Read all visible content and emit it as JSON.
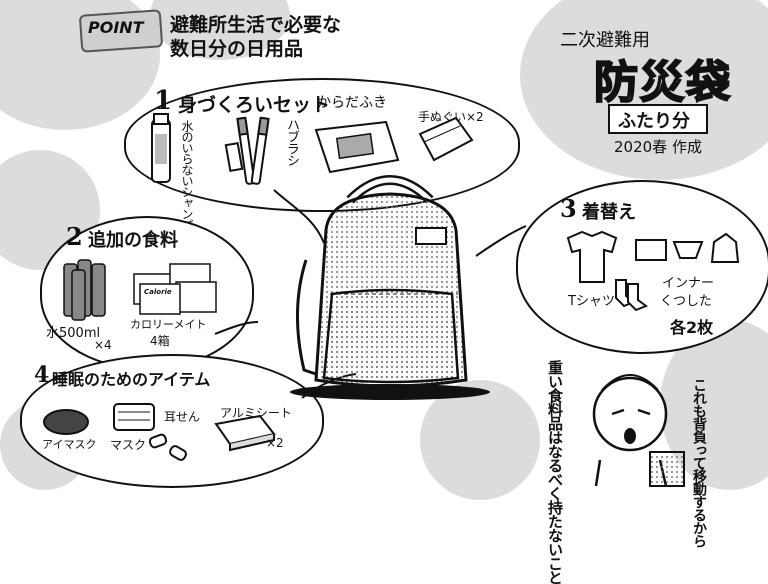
{
  "point": {
    "badge": "POINT",
    "line1": "避難所生活で必要な",
    "line2": "数日分の日用品"
  },
  "title": {
    "line1": "二次避難用",
    "main": "防災袋",
    "sub": "ふたり分",
    "date": "2020春 作成"
  },
  "section1": {
    "num": "1",
    "title": "身づくろいセット",
    "labels": {
      "wipes": "からだふき",
      "towel": "手ぬぐい×2",
      "shampoo": "水のいらないシャンプー",
      "toothbrush": "ハブラシ"
    }
  },
  "section2": {
    "num": "2",
    "title": "追加の食料",
    "labels": {
      "water": "水500ml",
      "water_qty": "×4",
      "calorie": "カロリーメイト",
      "calorie_qty": "4箱",
      "box_text": "Calorie"
    }
  },
  "section3": {
    "num": "3",
    "title": "着替え",
    "labels": {
      "tshirt": "Tシャツ",
      "inner": "インナー",
      "socks": "くつした",
      "each": "各2枚"
    }
  },
  "section4": {
    "num": "4",
    "title": "睡眠のためのアイテム",
    "labels": {
      "eyemask": "アイマスク",
      "mask": "マスク",
      "earplug": "耳せん",
      "sheet": "アルミシート",
      "sheet_qty": "×2"
    }
  },
  "speech": {
    "left": "重い食料品はなるべく持たないこと",
    "right": "これも背負って移動するから"
  }
}
